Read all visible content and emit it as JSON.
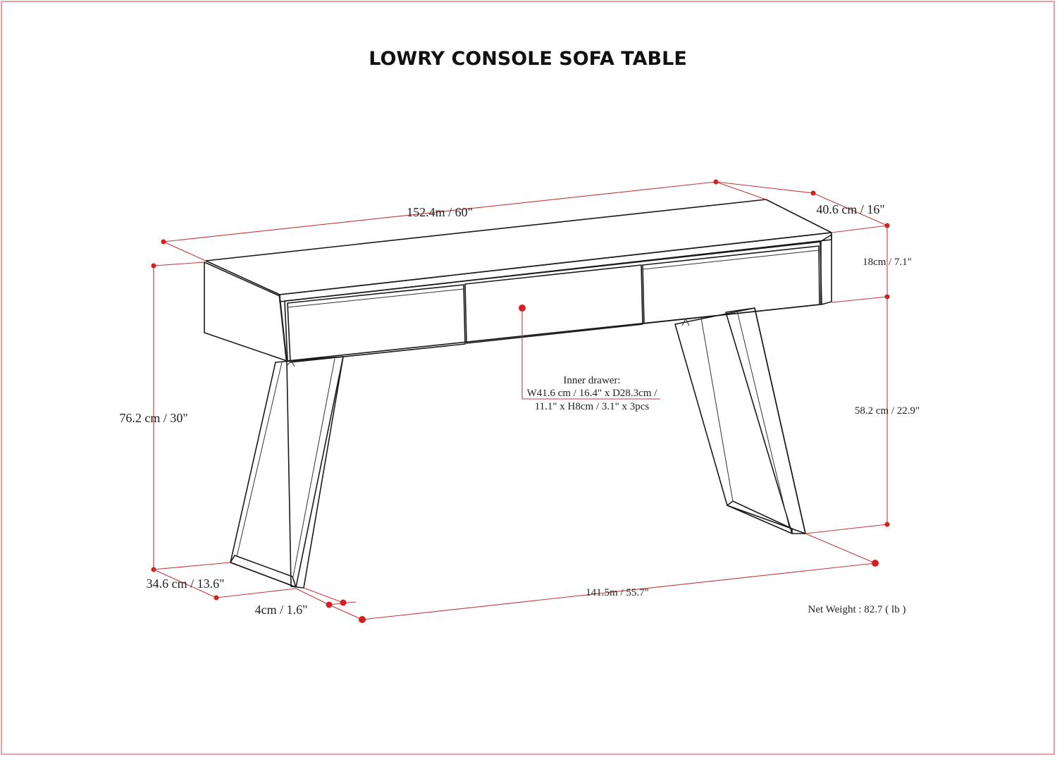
{
  "title": "LOWRY CONSOLE SOFA TABLE",
  "colors": {
    "dimension_line": "#c23a3a",
    "dimension_dot": "#d62020",
    "frame_border": "#e8a0a0",
    "drawing": "#1a1a1a"
  },
  "dimensions": {
    "overall_width": "152.4m / 60\"",
    "depth": "40.6 cm / 16\"",
    "apron_height": "18cm / 7.1\"",
    "overall_height": "76.2 cm / 30\"",
    "leg_height": "58.2 cm / 22.9\"",
    "leg_depth": "34.6 cm / 13.6\"",
    "leg_thickness": "4cm / 1.6\"",
    "leg_span": "141.5m / 55.7\""
  },
  "inner_drawer": {
    "line1": "Inner drawer:",
    "line2": "W41.6 cm / 16.4\" x D28.3cm /",
    "line3": "11.1\" x H8cm / 3.1\" x 3pcs"
  },
  "net_weight": "Net Weight : 82.7 ( lb )"
}
